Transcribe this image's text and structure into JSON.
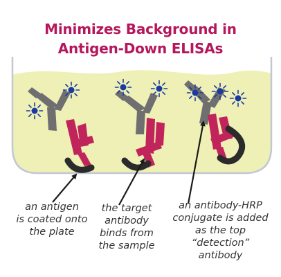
{
  "title": {
    "line1": "Minimizes Background in",
    "line2": "Antigen-Down ELISAs"
  },
  "colors": {
    "title": "#b5175c",
    "well_fill": "#eef0b6",
    "well_outline": "#c2c7d3",
    "antibody_gray": "#6f6f6f",
    "antibody_magenta": "#c0245a",
    "antigen_black": "#2b2b2b",
    "hrp_blue": "#1b3aa0",
    "caption_text": "#333333"
  },
  "captions": {
    "antigen": [
      "an antigen",
      "is coated onto",
      "the plate"
    ],
    "target": [
      "the target",
      "antibody",
      "binds from",
      "the sample"
    ],
    "conjugate": [
      "an antibody-HRP",
      "conjugate is added",
      "as the top",
      "“detection”",
      "antibody"
    ]
  },
  "icons": [
    "hrp-star-icon",
    "detection-antibody-icon",
    "target-antibody-icon",
    "antigen-icon",
    "arrow-icon"
  ]
}
